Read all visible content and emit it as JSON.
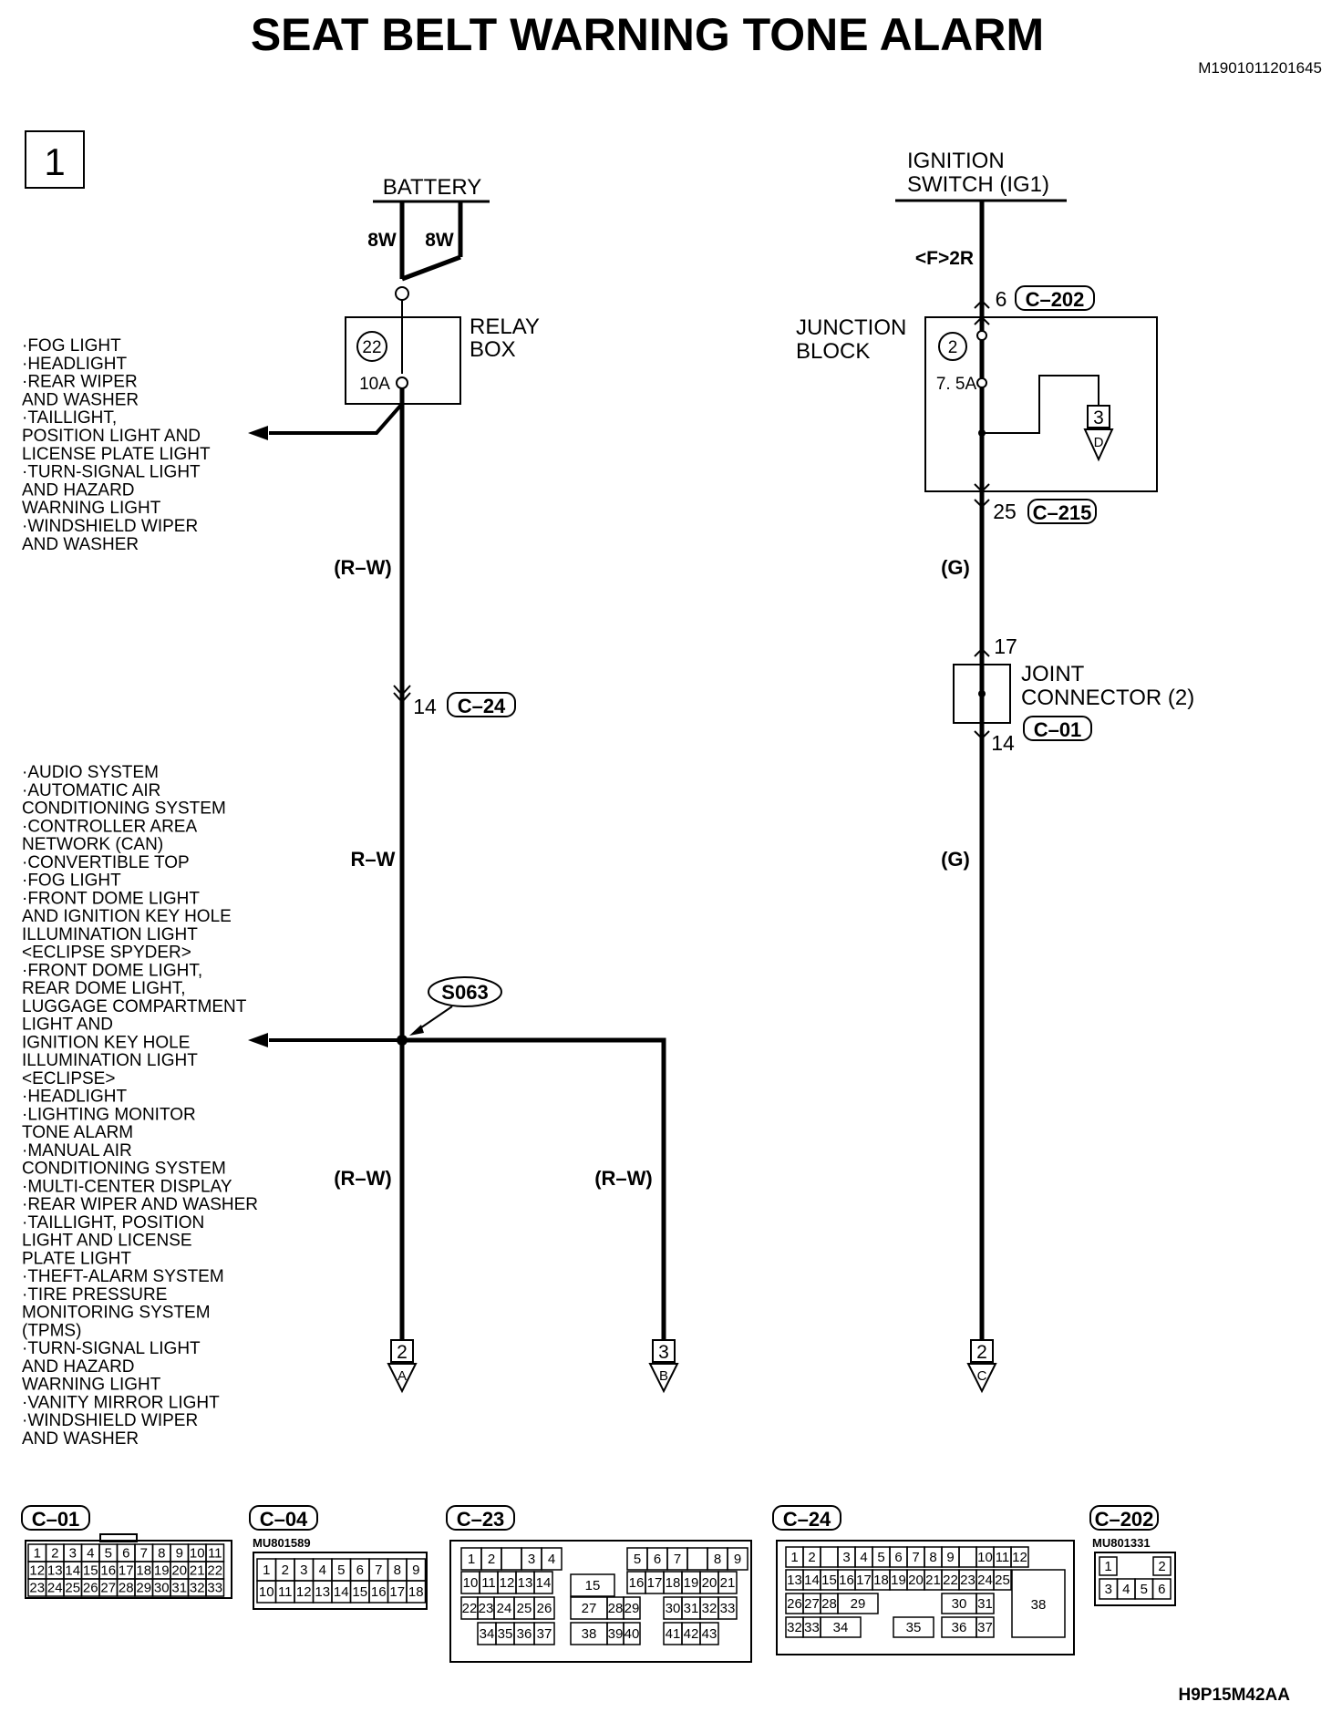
{
  "title": "SEAT BELT WARNING TONE ALARM",
  "doc_id": "M1901011201645",
  "footer_code": "H9P15M42AA",
  "page_number": "1",
  "battery": {
    "label": "BATTERY",
    "wire_left": "8W",
    "wire_right": "8W"
  },
  "relay_box": {
    "label_line1": "RELAY",
    "label_line2": "BOX",
    "fuse_number": "22",
    "fuse_rating": "10A"
  },
  "relay_branch_list": [
    "·FOG LIGHT",
    "·HEADLIGHT",
    "·REAR WIPER",
    " AND WASHER",
    "·TAILLIGHT,",
    " POSITION LIGHT AND",
    " LICENSE PLATE LIGHT",
    "·TURN-SIGNAL LIGHT",
    " AND HAZARD",
    " WARNING LIGHT",
    "·WINDSHIELD WIPER",
    " AND WASHER"
  ],
  "left_wire": {
    "color_upper": "(R–W)",
    "conn_pin": "14",
    "conn_id": "C–24",
    "color_mid": "R–W",
    "splice_id": "S063",
    "color_lower_left": "(R–W)",
    "color_lower_right": "(R–W)"
  },
  "splice_branch_list": [
    "·AUDIO SYSTEM",
    "·AUTOMATIC AIR",
    " CONDITIONING SYSTEM",
    "·CONTROLLER AREA",
    " NETWORK (CAN)",
    "·CONVERTIBLE TOP",
    "·FOG LIGHT",
    "·FRONT DOME LIGHT",
    " AND IGNITION KEY HOLE",
    " ILLUMINATION LIGHT",
    " <ECLIPSE SPYDER>",
    "·FRONT DOME LIGHT,",
    " REAR DOME LIGHT,",
    " LUGGAGE COMPARTMENT",
    " LIGHT AND",
    " IGNITION KEY HOLE",
    " ILLUMINATION LIGHT",
    " <ECLIPSE>",
    "·HEADLIGHT",
    "·LIGHTING MONITOR",
    " TONE ALARM",
    "·MANUAL AIR",
    " CONDITIONING SYSTEM",
    "·MULTI-CENTER DISPLAY",
    "·REAR WIPER AND WASHER",
    "·TAILLIGHT, POSITION",
    " LIGHT AND LICENSE",
    " PLATE LIGHT",
    "·THEFT-ALARM SYSTEM",
    "·TIRE PRESSURE",
    " MONITORING SYSTEM",
    " (TPMS)",
    "·TURN-SIGNAL LIGHT",
    " AND HAZARD",
    " WARNING LIGHT",
    "·VANITY MIRROR LIGHT",
    "·WINDSHIELD WIPER",
    " AND WASHER"
  ],
  "ignition": {
    "label_line1": "IGNITION",
    "label_line2": "SWITCH (IG1)",
    "wire": "<F>2R",
    "pin_in": "6",
    "conn_in": "C–202"
  },
  "junction_block": {
    "label_line1": "JUNCTION",
    "label_line2": "BLOCK",
    "fuse_number": "2",
    "fuse_rating": "7. 5A",
    "ref_page": "3",
    "ref_letter": "D",
    "pin_out": "25",
    "conn_out": "C–215"
  },
  "right_wire": {
    "color_upper": "(G)",
    "color_lower": "(G)"
  },
  "joint_connector": {
    "label_line1": "JOINT",
    "label_line2": "CONNECTOR (2)",
    "pin_in": "17",
    "pin_out": "14",
    "conn_id": "C–01"
  },
  "off_page_refs": [
    {
      "page": "2",
      "letter": "A"
    },
    {
      "page": "3",
      "letter": "B"
    },
    {
      "page": "2",
      "letter": "C"
    }
  ],
  "connectors": {
    "c01": {
      "label": "C–01",
      "rows": [
        [
          "1",
          "2",
          "3",
          "4",
          "5",
          "6",
          "7",
          "8",
          "9",
          "10",
          "11"
        ],
        [
          "12",
          "13",
          "14",
          "15",
          "16",
          "17",
          "18",
          "19",
          "20",
          "21",
          "22"
        ],
        [
          "23",
          "24",
          "25",
          "26",
          "27",
          "28",
          "29",
          "30",
          "31",
          "32",
          "33"
        ]
      ]
    },
    "c04": {
      "label": "C–04",
      "part": "MU801589",
      "rows": [
        [
          "1",
          "2",
          "3",
          "4",
          "5",
          "6",
          "7",
          "8",
          "9"
        ],
        [
          "10",
          "11",
          "12",
          "13",
          "14",
          "15",
          "16",
          "17",
          "18"
        ]
      ]
    },
    "c23": {
      "label": "C–23",
      "cells": [
        "1",
        "2",
        "3",
        "4",
        "5",
        "6",
        "7",
        "8",
        "9",
        "10",
        "11",
        "12",
        "13",
        "14",
        "15",
        "16",
        "17",
        "18",
        "19",
        "20",
        "21",
        "22",
        "23",
        "24",
        "25",
        "26",
        "27",
        "28",
        "29",
        "30",
        "31",
        "32",
        "33",
        "34",
        "35",
        "36",
        "37",
        "38",
        "39",
        "40",
        "41",
        "42",
        "43"
      ]
    },
    "c24": {
      "label": "C–24",
      "cells": [
        "1",
        "2",
        "3",
        "4",
        "5",
        "6",
        "7",
        "8",
        "9",
        "10",
        "11",
        "12",
        "13",
        "14",
        "15",
        "16",
        "17",
        "18",
        "19",
        "20",
        "21",
        "22",
        "23",
        "24",
        "25",
        "26",
        "27",
        "28",
        "29",
        "30",
        "31",
        "32",
        "33",
        "34",
        "35",
        "36",
        "37",
        "38"
      ]
    },
    "c202": {
      "label": "C–202",
      "part": "MU801331",
      "rows": [
        [
          "1",
          "2"
        ],
        [
          "3",
          "4",
          "5",
          "6"
        ]
      ]
    }
  }
}
